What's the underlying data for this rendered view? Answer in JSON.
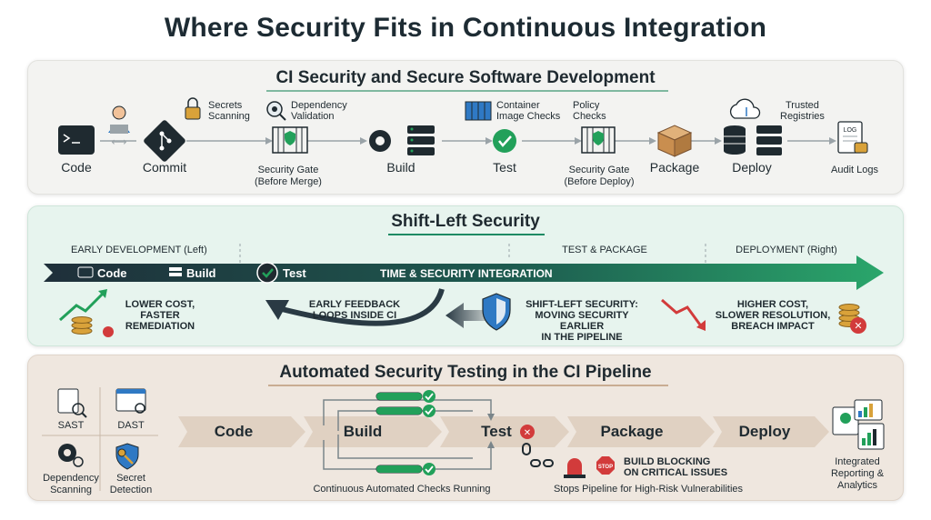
{
  "title": "Where Security Fits in Continuous Integration",
  "section1": {
    "title": "CI Security and Secure Software Development",
    "stages": {
      "code": "Code",
      "commit": "Commit",
      "gate1_line1": "Security Gate",
      "gate1_line2": "(Before Merge)",
      "build": "Build",
      "test": "Test",
      "gate2_line1": "Security Gate",
      "gate2_line2": "(Before Deploy)",
      "package": "Package",
      "deploy": "Deploy",
      "audit": "Audit Logs"
    },
    "annotations": {
      "secrets_1": "Secrets",
      "secrets_2": "Scanning",
      "dependency_1": "Dependency",
      "dependency_2": "Validation",
      "container_1": "Container",
      "container_2": "Image Checks",
      "policy_1": "Policy",
      "policy_2": "Checks",
      "trusted_1": "Trusted",
      "trusted_2": "Registries",
      "log_icon_text": "LOG"
    }
  },
  "section2": {
    "title": "Shift-Left Security",
    "phases": {
      "early": "EARLY DEVELOPMENT (Left)",
      "test_package": "TEST & PACKAGE",
      "deployment": "DEPLOYMENT (Right)"
    },
    "arrow": {
      "code": "Code",
      "build": "Build",
      "test": "Test",
      "center": "TIME & SECURITY INTEGRATION"
    },
    "notes": {
      "lower_1": "LOWER COST,",
      "lower_2": "FASTER",
      "lower_3": "REMEDIATION",
      "feedback_1": "EARLY FEEDBACK",
      "feedback_2": "LOOPS INSIDE CI",
      "shift_1": "SHIFT-LEFT SECURITY:",
      "shift_2": "MOVING SECURITY EARLIER",
      "shift_3": "IN THE PIPELINE",
      "higher_1": "HIGHER COST,",
      "higher_2": "SLOWER RESOLUTION,",
      "higher_3": "BREACH IMPACT"
    }
  },
  "section3": {
    "title": "Automated Security Testing in the CI Pipeline",
    "tools": {
      "sast": "SAST",
      "dast": "DAST",
      "dep_1": "Dependency",
      "dep_2": "Scanning",
      "secret_1": "Secret",
      "secret_2": "Detection"
    },
    "pipeline": {
      "code": "Code",
      "build": "Build",
      "test": "Test",
      "package": "Package",
      "deploy": "Deploy"
    },
    "notes": {
      "continuous": "Continuous Automated Checks Running",
      "blocking_1": "BUILD BLOCKING",
      "blocking_2": "ON CRITICAL ISSUES",
      "stops": "Stops Pipeline for High-Risk Vulnerabilities",
      "stop_sign": "STOP",
      "report_1": "Integrated",
      "report_2": "Reporting &",
      "report_3": "Analytics"
    }
  },
  "colors": {
    "dark": "#1f2a30",
    "teal": "#1e8a63",
    "green": "#22a05a",
    "red": "#d23b3b",
    "gold": "#d9a23a",
    "line": "#9aa3a8"
  }
}
